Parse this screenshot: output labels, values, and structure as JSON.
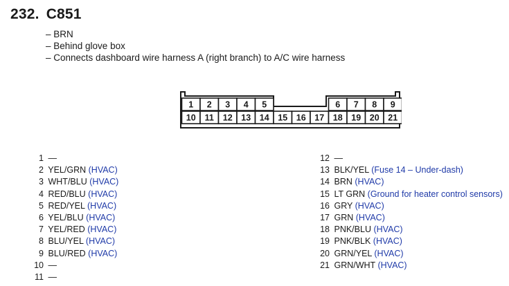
{
  "heading": {
    "number": "232.",
    "code": "C851"
  },
  "description": [
    "– BRN",
    "– Behind glove box",
    "– Connects dashboard wire harness A (right branch) to A/C wire harness"
  ],
  "connector": {
    "top_row": [
      "1",
      "2",
      "3",
      "4",
      "5",
      "6",
      "7",
      "8",
      "9"
    ],
    "bottom_row": [
      "10",
      "11",
      "12",
      "13",
      "14",
      "15",
      "16",
      "17",
      "18",
      "19",
      "20",
      "21"
    ]
  },
  "pins_left": [
    {
      "pin": "1",
      "wire": "—",
      "note": ""
    },
    {
      "pin": "2",
      "wire": "YEL/GRN",
      "note": "(HVAC)"
    },
    {
      "pin": "3",
      "wire": "WHT/BLU",
      "note": "(HVAC)"
    },
    {
      "pin": "4",
      "wire": "RED/BLU",
      "note": "(HVAC)"
    },
    {
      "pin": "5",
      "wire": "RED/YEL",
      "note": "(HVAC)"
    },
    {
      "pin": "6",
      "wire": "YEL/BLU",
      "note": "(HVAC)"
    },
    {
      "pin": "7",
      "wire": "YEL/RED",
      "note": "(HVAC)"
    },
    {
      "pin": "8",
      "wire": "BLU/YEL",
      "note": "(HVAC)"
    },
    {
      "pin": "9",
      "wire": "BLU/RED",
      "note": "(HVAC)"
    },
    {
      "pin": "10",
      "wire": "—",
      "note": ""
    },
    {
      "pin": "11",
      "wire": "—",
      "note": ""
    }
  ],
  "pins_right": [
    {
      "pin": "12",
      "wire": "—",
      "note": ""
    },
    {
      "pin": "13",
      "wire": "BLK/YEL",
      "note": "(Fuse 14 – Under-dash)"
    },
    {
      "pin": "14",
      "wire": "BRN",
      "note": "(HVAC)"
    },
    {
      "pin": "15",
      "wire": "LT GRN",
      "note": "(Ground for heater control sensors)"
    },
    {
      "pin": "16",
      "wire": "GRY",
      "note": "(HVAC)"
    },
    {
      "pin": "17",
      "wire": "GRN",
      "note": "(HVAC)"
    },
    {
      "pin": "18",
      "wire": "PNK/BLU",
      "note": "(HVAC)"
    },
    {
      "pin": "19",
      "wire": "PNK/BLK",
      "note": "(HVAC)"
    },
    {
      "pin": "20",
      "wire": "GRN/YEL",
      "note": "(HVAC)"
    },
    {
      "pin": "21",
      "wire": "GRN/WHT",
      "note": "(HVAC)"
    }
  ],
  "colors": {
    "text": "#1a1a1a",
    "note": "#1f3aa8"
  }
}
